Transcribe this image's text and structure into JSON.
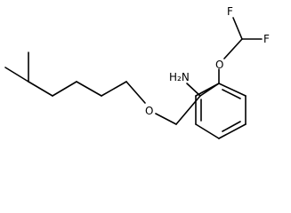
{
  "molecule": {
    "atoms": {
      "f1": "F",
      "f2": "F",
      "o_ether_aryl": "O",
      "amine": "H₂N",
      "o_ether_alkyl": "O"
    }
  }
}
